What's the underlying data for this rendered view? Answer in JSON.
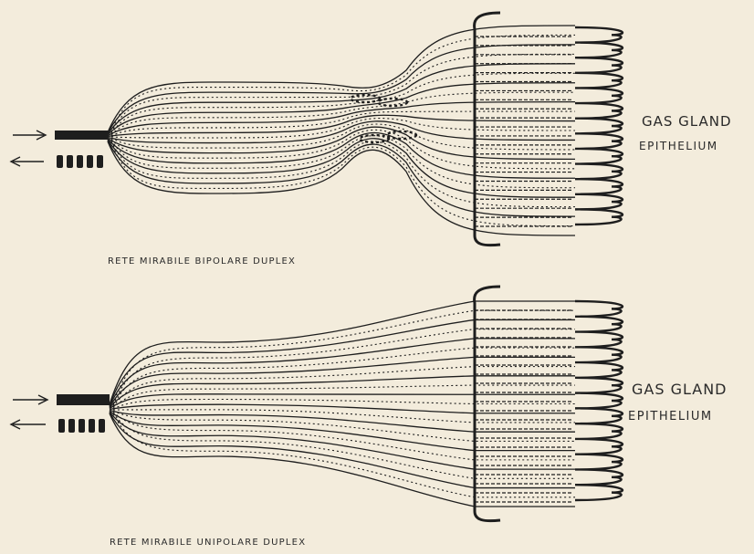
{
  "colors": {
    "paper": "#f3ecdc",
    "ink": "#1e1e1e"
  },
  "icons": {
    "inflow": "right-arrow-icon",
    "outflow": "left-arrow-icon"
  },
  "figures": [
    {
      "id": "bipolare",
      "gland_label_1": "GAS GLAND",
      "gland_label_2": "EPITHELIUM",
      "caption": "RETE MIRABILE BIPOLARE DUPLEX"
    },
    {
      "id": "unipolare",
      "gland_label_1": "GAS GLAND",
      "gland_label_2": "EPITHELIUM",
      "caption": "RETE MIRABILE UNIPOLARE DUPLEX"
    }
  ]
}
